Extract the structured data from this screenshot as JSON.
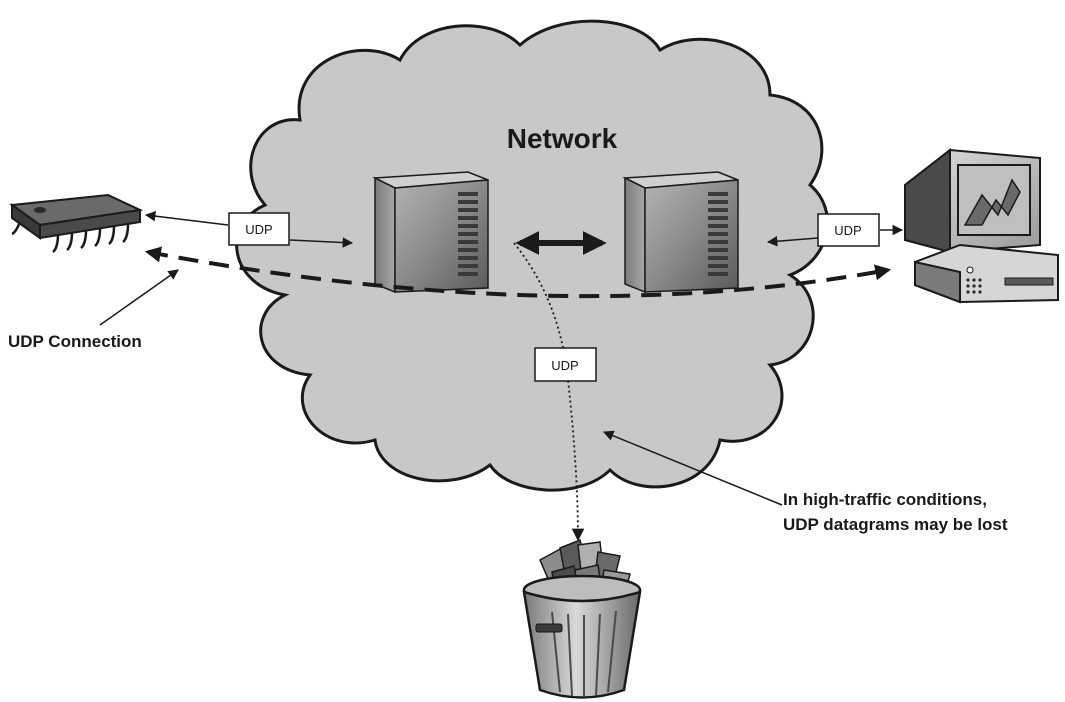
{
  "network_label": "Network",
  "udp_tags": {
    "left": "UDP",
    "right": "UDP",
    "drop": "UDP"
  },
  "udp_connection_label": "UDP Connection",
  "loss_note": {
    "line1": "In high-traffic conditions,",
    "line2": "UDP datagrams may be lost"
  },
  "colors": {
    "cloud_fill": "#c8c8c8",
    "outline": "#1a1a1a",
    "server_body": "#8c8c8c",
    "background": "#ffffff"
  },
  "icons": [
    "chip-icon",
    "server-icon",
    "server-icon",
    "desktop-computer-icon",
    "trash-can-icon"
  ]
}
